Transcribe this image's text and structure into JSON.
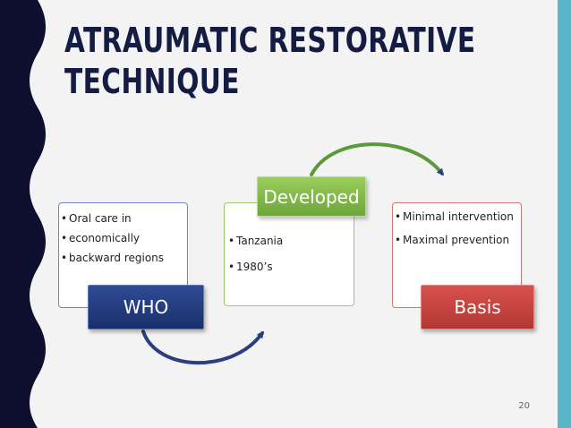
{
  "slide": {
    "title_lines": [
      "ATRAUMATIC RESTORATIVE",
      "TECHNIQUE"
    ],
    "page_number": "20"
  },
  "diagram": {
    "who": {
      "label": "WHO",
      "bullets": [
        "Oral care in",
        "economically",
        "backward regions"
      ]
    },
    "developed": {
      "label": "Developed",
      "bullets": [
        "Tanzania",
        "1980’s"
      ]
    },
    "basis": {
      "label": "Basis",
      "bullets": [
        "Minimal intervention",
        "Maximal prevention"
      ]
    }
  },
  "colors": {
    "title": "#141c44",
    "left_band": "#0d0f2e",
    "right_band": "#5bb5c9",
    "background": "#f3f3f3",
    "who": "#19306c",
    "developed": "#8cc152",
    "basis": "#c9423e",
    "arrow": "#2a3f80"
  }
}
